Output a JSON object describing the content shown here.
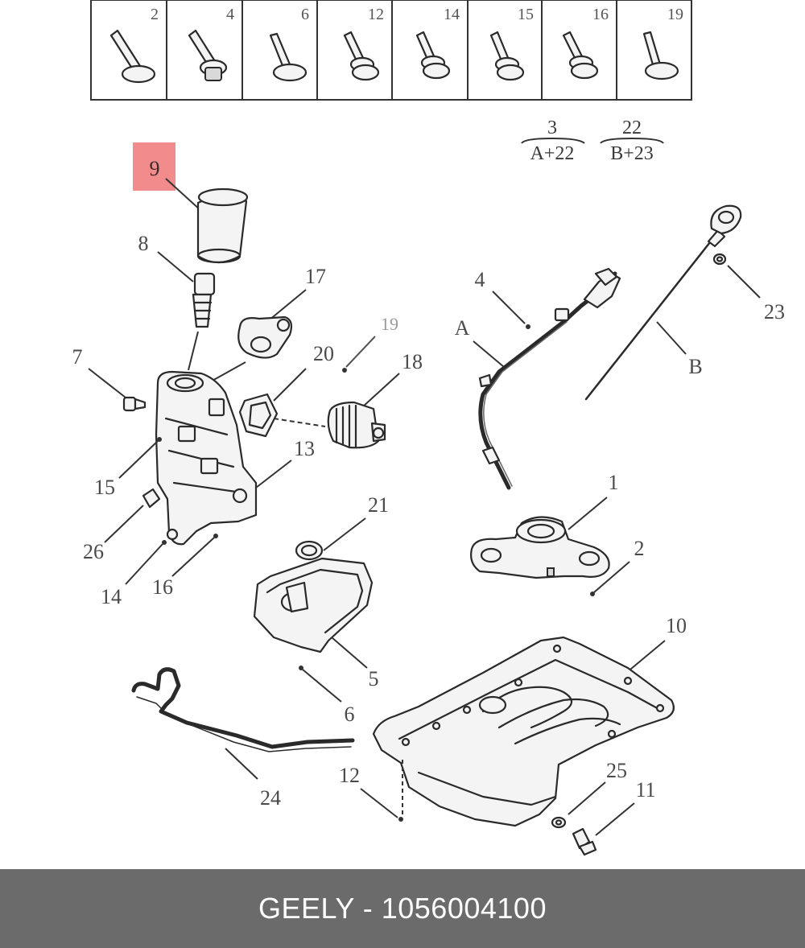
{
  "bolt_table": {
    "cells": [
      "2",
      "4",
      "6",
      "12",
      "14",
      "15",
      "16",
      "19"
    ]
  },
  "kits": [
    {
      "number": "3",
      "contents": "A+22"
    },
    {
      "number": "22",
      "contents": "B+23"
    }
  ],
  "callouts": {
    "c1": "1",
    "c2": "2",
    "c4": "4",
    "c5": "5",
    "c6": "6",
    "c7": "7",
    "c8": "8",
    "c9": "9",
    "c10": "10",
    "c11": "11",
    "c12": "12",
    "c13": "13",
    "c14": "14",
    "c15": "15",
    "c16": "16",
    "c17": "17",
    "c18": "18",
    "c19": "19",
    "c20": "20",
    "c21": "21",
    "c23": "23",
    "c24": "24",
    "c25": "25",
    "c26": "26",
    "cA": "A",
    "cB": "B"
  },
  "highlighted_part": "9",
  "footer": {
    "caption": "GEELY - 1056004100"
  },
  "colors": {
    "highlight": "#f28b8b",
    "footer_bg": "#6b6b6b",
    "footer_text": "#ffffff"
  }
}
